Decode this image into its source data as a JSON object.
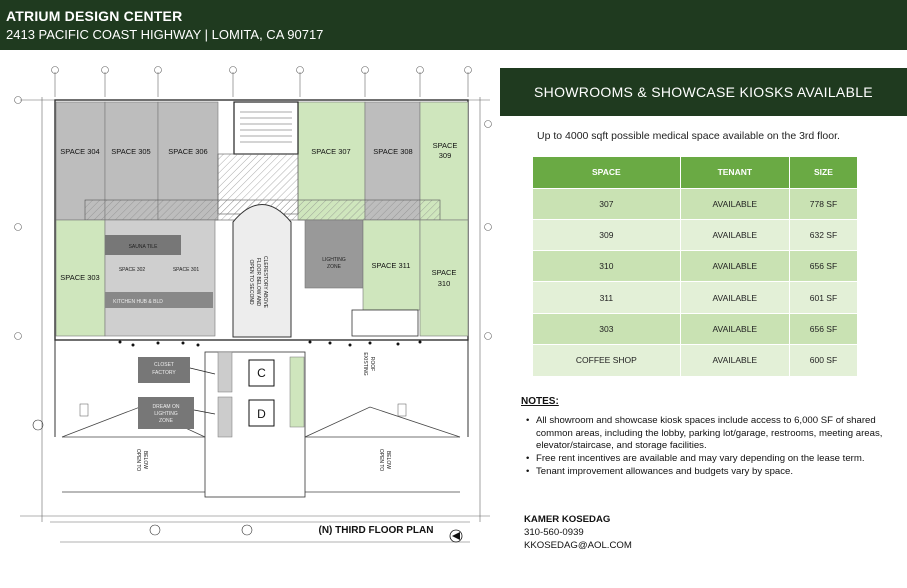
{
  "header": {
    "title": "ATRIUM DESIGN CENTER",
    "address": "2413 PACIFIC COAST HIGHWAY | LOMITA, CA 90717"
  },
  "floorplan": {
    "spaces": {
      "s304": "SPACE 304",
      "s305": "SPACE 305",
      "s306": "SPACE 306",
      "s307": "SPACE 307",
      "s308": "SPACE 308",
      "s309a": "SPACE",
      "s309b": "309",
      "s303": "SPACE 303",
      "s311": "SPACE 311",
      "s310a": "SPACE",
      "s310b": "310"
    },
    "labels": {
      "sauna": "SAUNA TILE",
      "space302": "SPACE 302",
      "space301": "SPACE 301",
      "kitchen": "KITCHEN HUB & BLD",
      "lighting1": "LIGHTING",
      "lighting2": "ZONE",
      "open1": "OPEN TO SECOND",
      "open2": "FLOOR BELOW AND",
      "open3": "CLERESTORY ABOVE",
      "closet1": "CLOSET",
      "closet2": "FACTORY",
      "dream1": "DREAM ON",
      "dream2": "LIGHTING",
      "dream3": "ZONE",
      "elevC": "C",
      "elevD": "D",
      "openBelow1a": "OPEN TO",
      "openBelow1b": "BELOW",
      "openBelow2a": "OPEN TO",
      "openBelow2b": "BELOW",
      "existingRoof1": "EXISTING",
      "existingRoof2": "ROOF",
      "title": "(N) THIRD FLOOR PLAN"
    }
  },
  "banner": "SHOWROOMS & SHOWCASE KIOSKS AVAILABLE",
  "medical_note": "Up to 4000 sqft possible medical space available on the 3rd floor.",
  "table": {
    "headers": [
      "SPACE",
      "TENANT",
      "SIZE"
    ],
    "rows": [
      [
        "307",
        "AVAILABLE",
        "778 SF"
      ],
      [
        "309",
        "AVAILABLE",
        "632 SF"
      ],
      [
        "310",
        "AVAILABLE",
        "656 SF"
      ],
      [
        "311",
        "AVAILABLE",
        "601 SF"
      ],
      [
        "303",
        "AVAILABLE",
        "656 SF"
      ],
      [
        "COFFEE SHOP",
        "AVAILABLE",
        "600 SF"
      ]
    ]
  },
  "notes": {
    "title": "NOTES:",
    "items": [
      "All showroom and showcase kiosk spaces include access to 6,000 SF of shared common areas, including the lobby, parking lot/garage, restrooms, meeting areas, elevator/staircase, and storage facilities.",
      "Free rent incentives are available and may vary depending on the lease term.",
      "Tenant improvement allowances and budgets vary by space."
    ]
  },
  "contact": {
    "name": "KAMER KOSEDAG",
    "phone": "310-560-0939",
    "email": "KKOSEDAG@AOL.COM"
  },
  "colors": {
    "header_bg": "#1f3a1f",
    "table_header": "#6aaa44",
    "row_odd": "#c9e2b3",
    "row_even": "#e3f0d7",
    "available_space": "#cfe6bd",
    "leased_space": "#bdbdbd"
  }
}
